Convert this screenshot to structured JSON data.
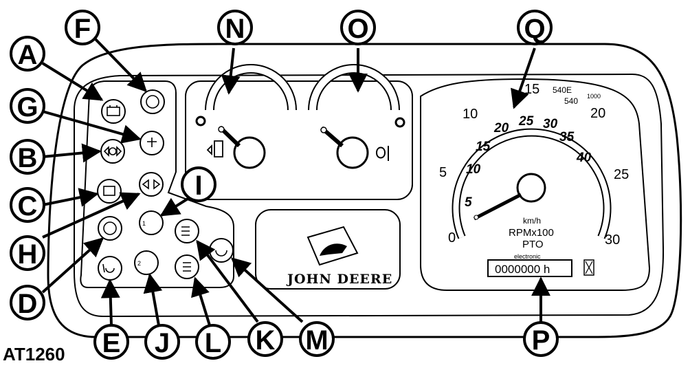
{
  "figure_id": "AT1260",
  "brand_text": "JOHN DEERE",
  "callouts": [
    "A",
    "B",
    "C",
    "D",
    "E",
    "F",
    "G",
    "H",
    "I",
    "J",
    "K",
    "L",
    "M",
    "N",
    "O",
    "P",
    "Q"
  ],
  "speed_scale": {
    "rpm_marks": [
      "0",
      "5",
      "10",
      "15",
      "20",
      "25",
      "30"
    ],
    "kmh_marks": [
      "5",
      "10",
      "15",
      "20",
      "25",
      "30",
      "35",
      "40"
    ],
    "pto_marks": [
      "540E",
      "540",
      "1000"
    ],
    "unit_kmh": "km/h",
    "unit_rpm": "RPMx100",
    "unit_pto": "PTO"
  },
  "hour_meter": {
    "caption": "electronic",
    "value": "0000000 h"
  },
  "indicators": {
    "i_label": "1",
    "j_label": "2"
  }
}
